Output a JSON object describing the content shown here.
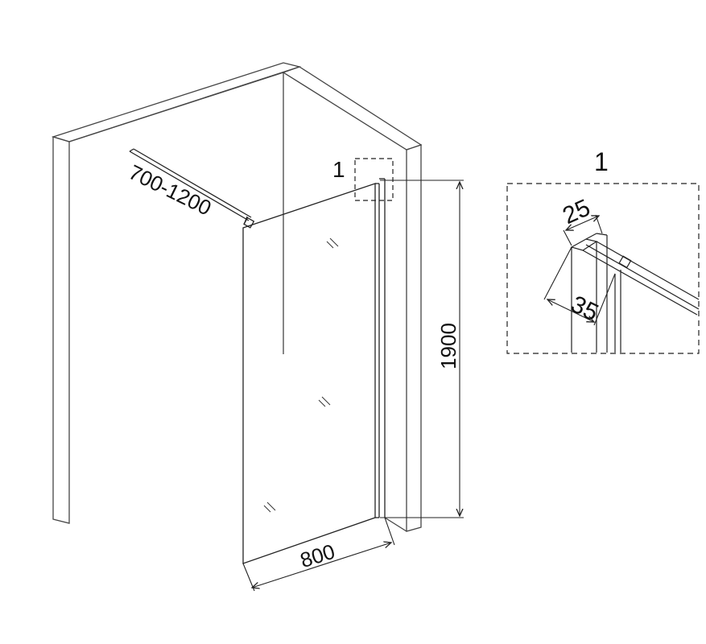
{
  "callout_marker": "1",
  "detail_title": "1",
  "dimensions": {
    "rail_length": "700-1200",
    "panel_height": "1900",
    "panel_width": "800",
    "profile_width": "25",
    "profile_depth": "35"
  },
  "colors": {
    "line": "#222222",
    "wall_line": "#444444"
  }
}
